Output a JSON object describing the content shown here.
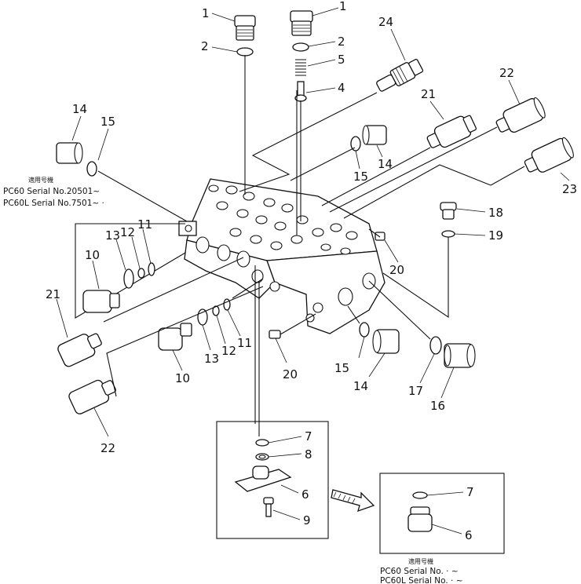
{
  "callouts": [
    {
      "id": "c1a",
      "num": "1"
    },
    {
      "id": "c1b",
      "num": "1"
    },
    {
      "id": "c2a",
      "num": "2"
    },
    {
      "id": "c2b",
      "num": "2"
    },
    {
      "id": "c5",
      "num": "5"
    },
    {
      "id": "c4",
      "num": "4"
    },
    {
      "id": "c24",
      "num": "24"
    },
    {
      "id": "c22a",
      "num": "22"
    },
    {
      "id": "c21a",
      "num": "21"
    },
    {
      "id": "c14a",
      "num": "14"
    },
    {
      "id": "c15a",
      "num": "15"
    },
    {
      "id": "c14b",
      "num": "14"
    },
    {
      "id": "c15b",
      "num": "15"
    },
    {
      "id": "c23",
      "num": "23"
    },
    {
      "id": "c18",
      "num": "18"
    },
    {
      "id": "c19",
      "num": "19"
    },
    {
      "id": "c20a",
      "num": "20"
    },
    {
      "id": "c13a",
      "num": "13"
    },
    {
      "id": "c11a",
      "num": "11"
    },
    {
      "id": "c12a",
      "num": "12"
    },
    {
      "id": "c10a",
      "num": "10"
    },
    {
      "id": "c21b",
      "num": "21"
    },
    {
      "id": "c13b",
      "num": "13"
    },
    {
      "id": "c12b",
      "num": "12"
    },
    {
      "id": "c11b",
      "num": "11"
    },
    {
      "id": "c10b",
      "num": "10"
    },
    {
      "id": "c20b",
      "num": "20"
    },
    {
      "id": "c15c",
      "num": "15"
    },
    {
      "id": "c14c",
      "num": "14"
    },
    {
      "id": "c17",
      "num": "17"
    },
    {
      "id": "c16",
      "num": "16"
    },
    {
      "id": "c22b",
      "num": "22"
    },
    {
      "id": "c7a",
      "num": "7"
    },
    {
      "id": "c8",
      "num": "8"
    },
    {
      "id": "c6a",
      "num": "6"
    },
    {
      "id": "c9",
      "num": "9"
    },
    {
      "id": "c7b",
      "num": "7"
    },
    {
      "id": "c6b",
      "num": "6"
    }
  ],
  "notes": {
    "top_heading": "適用号機",
    "top_line1": "PC60   Serial No.20501~",
    "top_line2": "PC60L Serial No.7501~  ·",
    "bottom_heading": "適用号機",
    "bottom_line1": "PC60   Serial No.  · ~",
    "bottom_line2": "PC60L Serial No.  · ~"
  }
}
